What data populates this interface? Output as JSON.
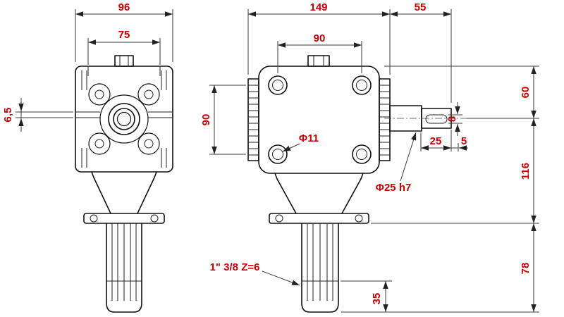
{
  "colors": {
    "outline": "#111111",
    "dimension_lines": "#3a3a3a",
    "dimension_text": "#cc0000",
    "background": "#ffffff"
  },
  "dims": {
    "left_width_outer": "96",
    "left_width_inner": "75",
    "left_rib_width": "6,5",
    "right_width_total": "149",
    "output_shaft_length": "55",
    "bolt_spacing_horizontal": "90",
    "bolt_spacing_vertical": "90",
    "bolt_hole_diameter": "Φ11",
    "output_shaft_diameter": "Φ25 h7",
    "top_to_shaft_axis": "60",
    "key_width": "8",
    "shaft_keyed_length": "25",
    "shaft_end_offset": "5",
    "axis_to_flange": "116",
    "flange_to_shaft_end": "78",
    "spline_end_length": "35",
    "pto_spline_spec": "1\" 3/8  Z=6"
  }
}
